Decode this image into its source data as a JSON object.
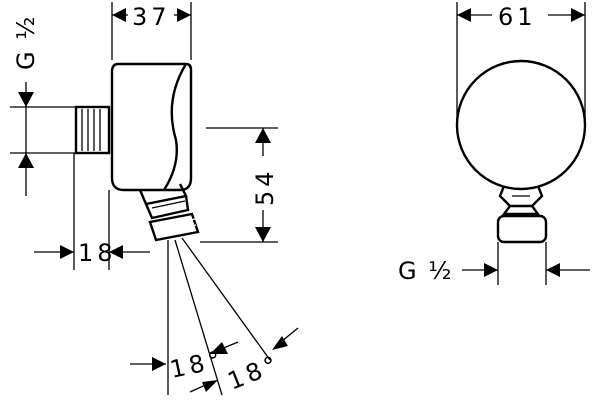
{
  "labels": {
    "top_width": "37",
    "thread_left": "G ½",
    "height": "54",
    "depth": "18",
    "angle_1": "18°",
    "angle_2": "18°",
    "front_width": "61",
    "thread_front": "G ½"
  }
}
